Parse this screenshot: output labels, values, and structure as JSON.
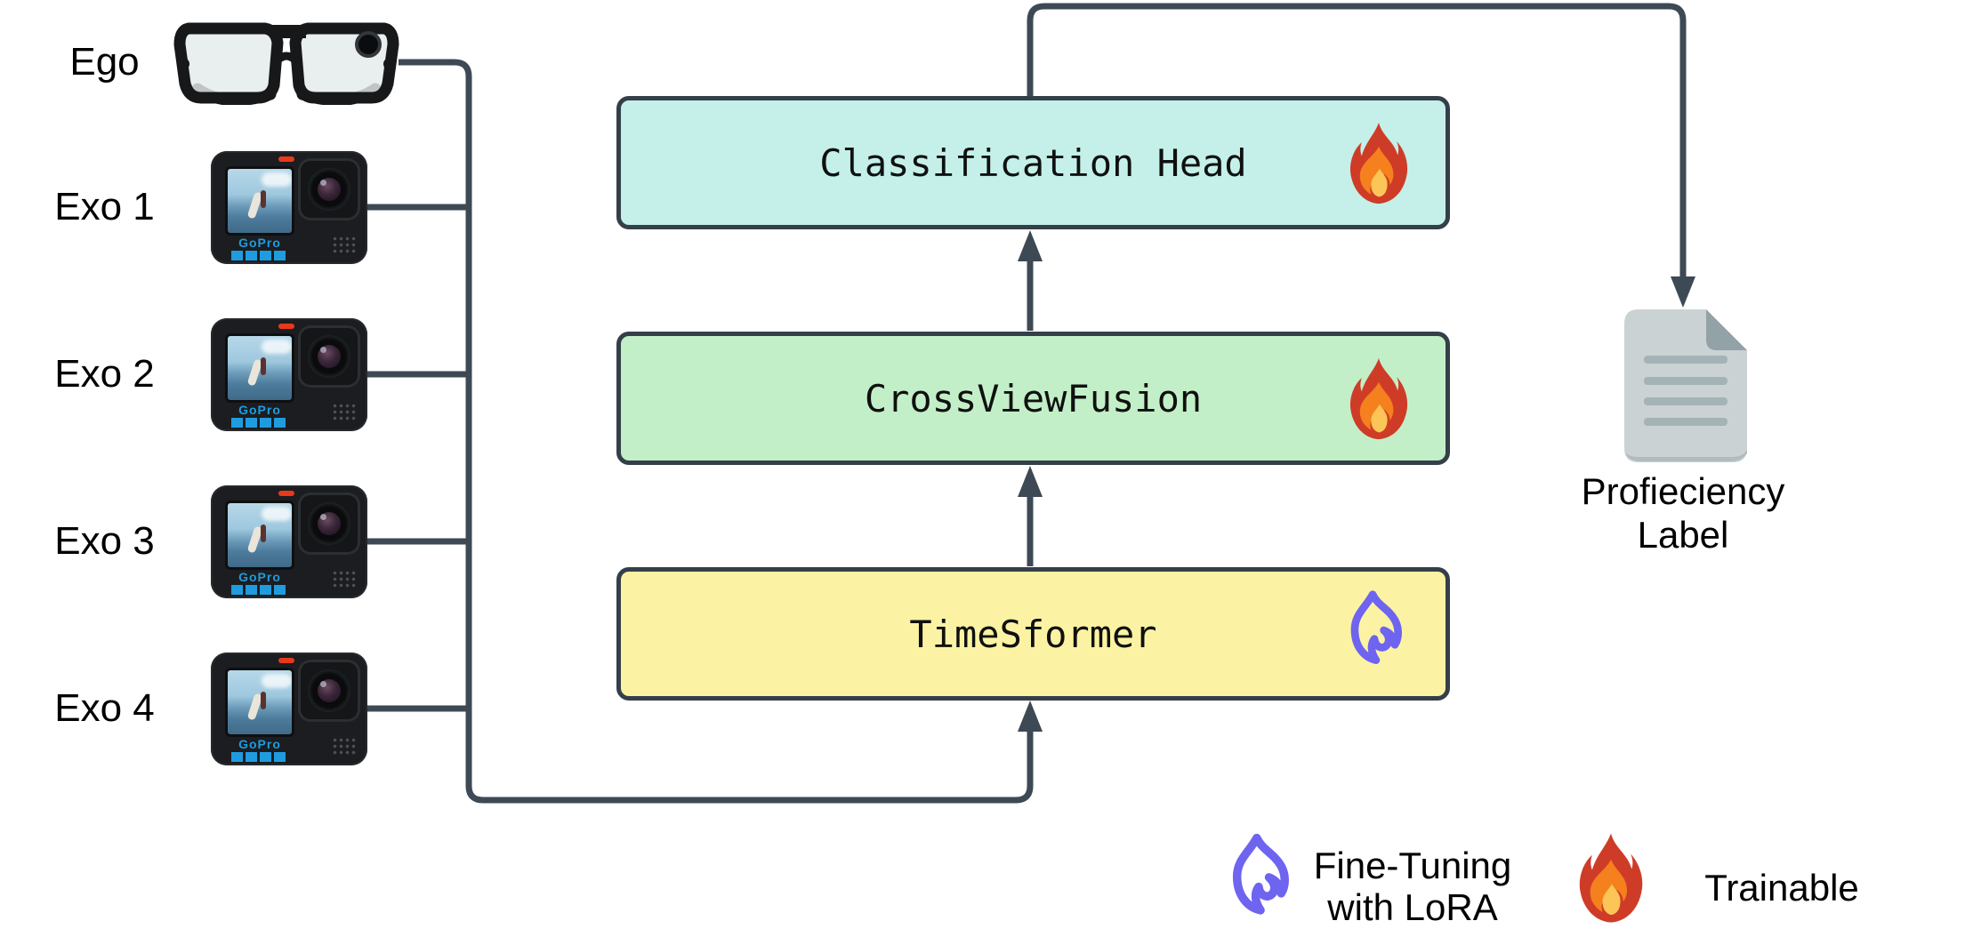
{
  "sources": {
    "ego": {
      "label": "Ego",
      "device": "smart-glasses"
    },
    "exo": [
      {
        "label": "Exo 1",
        "device": "action-camera"
      },
      {
        "label": "Exo 2",
        "device": "action-camera"
      },
      {
        "label": "Exo 3",
        "device": "action-camera"
      },
      {
        "label": "Exo 4",
        "device": "action-camera"
      }
    ],
    "camera_logo": "GoPro"
  },
  "pipeline": {
    "blocks": [
      {
        "label": "Classification Head",
        "fill": "#c4f0e9",
        "icon": "fire-icon"
      },
      {
        "label": "CrossViewFusion",
        "fill": "#c3efc8",
        "icon": "fire-icon"
      },
      {
        "label": "TimeSformer",
        "fill": "#fbf3a3",
        "icon": "lora-flame-icon"
      }
    ]
  },
  "output": {
    "icon": "document-icon",
    "caption_line1": "Profieciency",
    "caption_line2": "Label"
  },
  "legend": {
    "items": [
      {
        "icon": "lora-flame-icon",
        "line1": "Fine-Tuning",
        "line2": "with LoRA"
      },
      {
        "icon": "fire-icon",
        "line1": "Trainable",
        "line2": ""
      }
    ]
  },
  "edges": [
    {
      "from": "Ego / Exo 1-4 cameras",
      "to": "TimeSformer"
    },
    {
      "from": "TimeSformer",
      "to": "CrossViewFusion"
    },
    {
      "from": "CrossViewFusion",
      "to": "Classification Head"
    },
    {
      "from": "Classification Head",
      "to": "Profieciency Label"
    }
  ],
  "colors": {
    "connector": "#3d4954",
    "box_border": "#343f49",
    "cyan_box": "#c4f0e9",
    "green_box": "#c3efc8",
    "yellow_box": "#fbf3a3",
    "lora_flame": "#6e64f0",
    "fire_outer": "#ce3c28",
    "fire_mid": "#f5801e",
    "fire_core": "#fcc557",
    "doc_page": "#cbd2d4",
    "doc_fold": "#93a2a6",
    "doc_stripe": "#a4b3b6",
    "gopro_blue": "#1f9ce0"
  }
}
